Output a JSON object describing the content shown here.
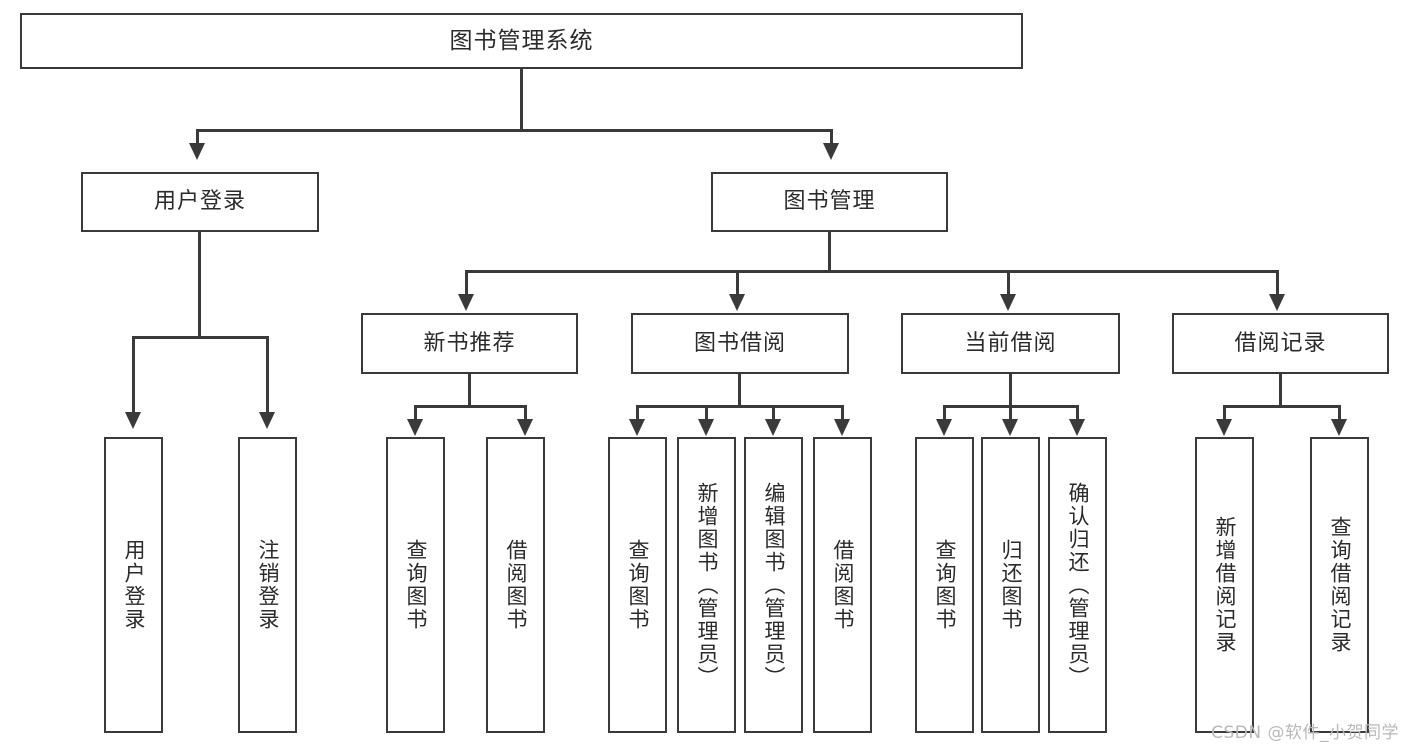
{
  "diagram": {
    "type": "tree-hierarchy",
    "title": "图书管理系统",
    "watermark": "CSDN @软件_小贺同学",
    "colors": {
      "stroke": "#3a3a3a",
      "fill": "#ffffff",
      "text": "#2b2b2b",
      "watermark": "#b9b9b9"
    },
    "nodes": {
      "root": {
        "label": "图书管理系统"
      },
      "level2": [
        {
          "id": "user-login",
          "label": "用户登录"
        },
        {
          "id": "book-management",
          "label": "图书管理"
        }
      ],
      "level3": [
        {
          "id": "new-book-recommend",
          "label": "新书推荐"
        },
        {
          "id": "book-borrow",
          "label": "图书借阅"
        },
        {
          "id": "current-borrow",
          "label": "当前借阅"
        },
        {
          "id": "borrow-record",
          "label": "借阅记录"
        }
      ],
      "leaves": {
        "user_login": [
          {
            "id": "leaf-user-login",
            "label": "用户登录"
          },
          {
            "id": "leaf-logout-login",
            "label": "注销登录"
          }
        ],
        "new_book_recommend": [
          {
            "id": "leaf-query-book-1",
            "label": "查询图书"
          },
          {
            "id": "leaf-borrow-book-1",
            "label": "借阅图书"
          }
        ],
        "book_borrow": [
          {
            "id": "leaf-query-book-2",
            "label": "查询图书"
          },
          {
            "id": "leaf-add-book-admin",
            "label": "新增图书（管理员）"
          },
          {
            "id": "leaf-edit-book-admin",
            "label": "编辑图书（管理员）"
          },
          {
            "id": "leaf-borrow-book-2",
            "label": "借阅图书"
          }
        ],
        "current_borrow": [
          {
            "id": "leaf-query-book-3",
            "label": "查询图书"
          },
          {
            "id": "leaf-return-book",
            "label": "归还图书"
          },
          {
            "id": "leaf-confirm-return-admin",
            "label": "确认归还（管理员）"
          }
        ],
        "borrow_record": [
          {
            "id": "leaf-add-borrow-record",
            "label": "新增借阅记录"
          },
          {
            "id": "leaf-query-borrow-record",
            "label": "查询借阅记录"
          }
        ]
      }
    }
  }
}
